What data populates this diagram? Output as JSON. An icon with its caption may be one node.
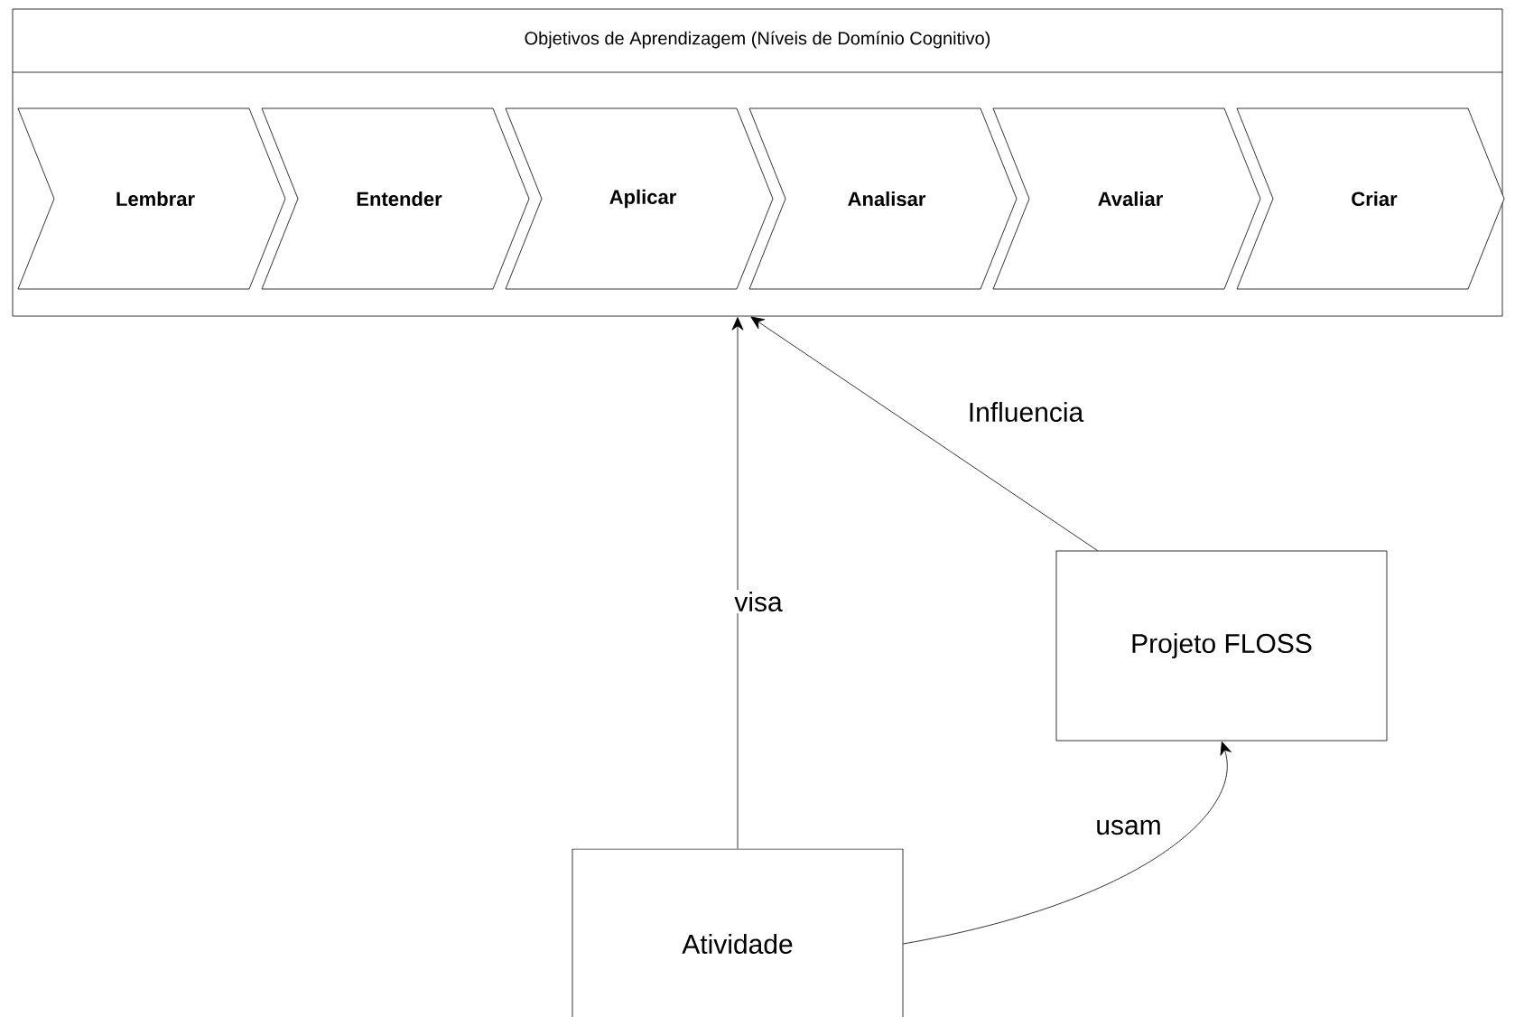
{
  "diagram": {
    "nodes": [
      {
        "text": [
          "Objetivos de Aprendizagem (Níveis de Domínio Cognitivo)"
        ]
      },
      {
        "text": [
          "Lembrar"
        ],
        "in": 0
      },
      {
        "text": [
          "Entender"
        ],
        "in": 0
      },
      {
        "text": [
          "Aplicar"
        ],
        "in": 0
      },
      {
        "text": [
          "Analisar"
        ],
        "in": 0
      },
      {
        "text": [
          "Avaliar"
        ],
        "in": 0
      },
      {
        "text": [
          "Criar"
        ],
        "in": 0
      },
      {
        "text": [
          "Projeto FLOSS"
        ]
      },
      {
        "text": [
          "Atividade"
        ]
      }
    ],
    "edges": [
      {
        "from": 8,
        "to": 0,
        "arrow": "to",
        "label": "visa"
      },
      {
        "from": 7,
        "to": 0,
        "arrow": "to",
        "label": "Influencia"
      },
      {
        "from": 8,
        "to": 7,
        "arrow": "to",
        "label": "usam"
      }
    ]
  }
}
